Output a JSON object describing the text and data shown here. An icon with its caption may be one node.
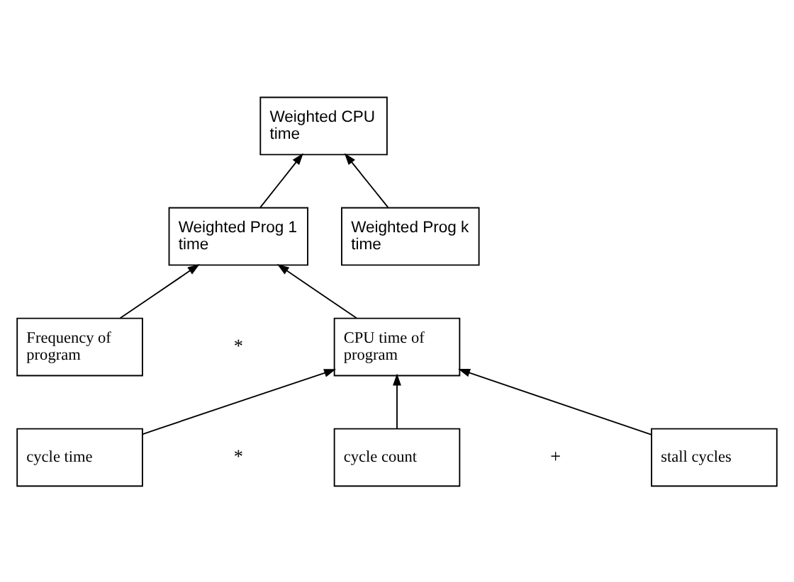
{
  "diagram": {
    "nodes": [
      {
        "text": [
          "Weighted CPU time"
        ]
      },
      {
        "text": [
          "Weighted Prog 1 time"
        ]
      },
      {
        "text": [
          "Weighted Prog k time"
        ]
      },
      {
        "text": [
          "Frequency of program"
        ]
      },
      {
        "text": [
          "CPU time of program"
        ]
      },
      {
        "text": [
          "cycle time"
        ]
      },
      {
        "text": [
          "cycle count"
        ]
      },
      {
        "text": [
          "stall cycles"
        ]
      }
    ],
    "edges": [
      {
        "from": 1,
        "to": 0,
        "arrow": "to"
      },
      {
        "from": 2,
        "to": 0,
        "arrow": "to"
      },
      {
        "from": 3,
        "to": 1,
        "arrow": "to"
      },
      {
        "from": 4,
        "to": 1,
        "arrow": "to"
      },
      {
        "from": 5,
        "to": 4,
        "arrow": "to"
      },
      {
        "from": 6,
        "to": 4,
        "arrow": "to"
      },
      {
        "from": 7,
        "to": 4,
        "arrow": "to"
      }
    ],
    "labels": [
      "*",
      "*",
      "+"
    ]
  }
}
